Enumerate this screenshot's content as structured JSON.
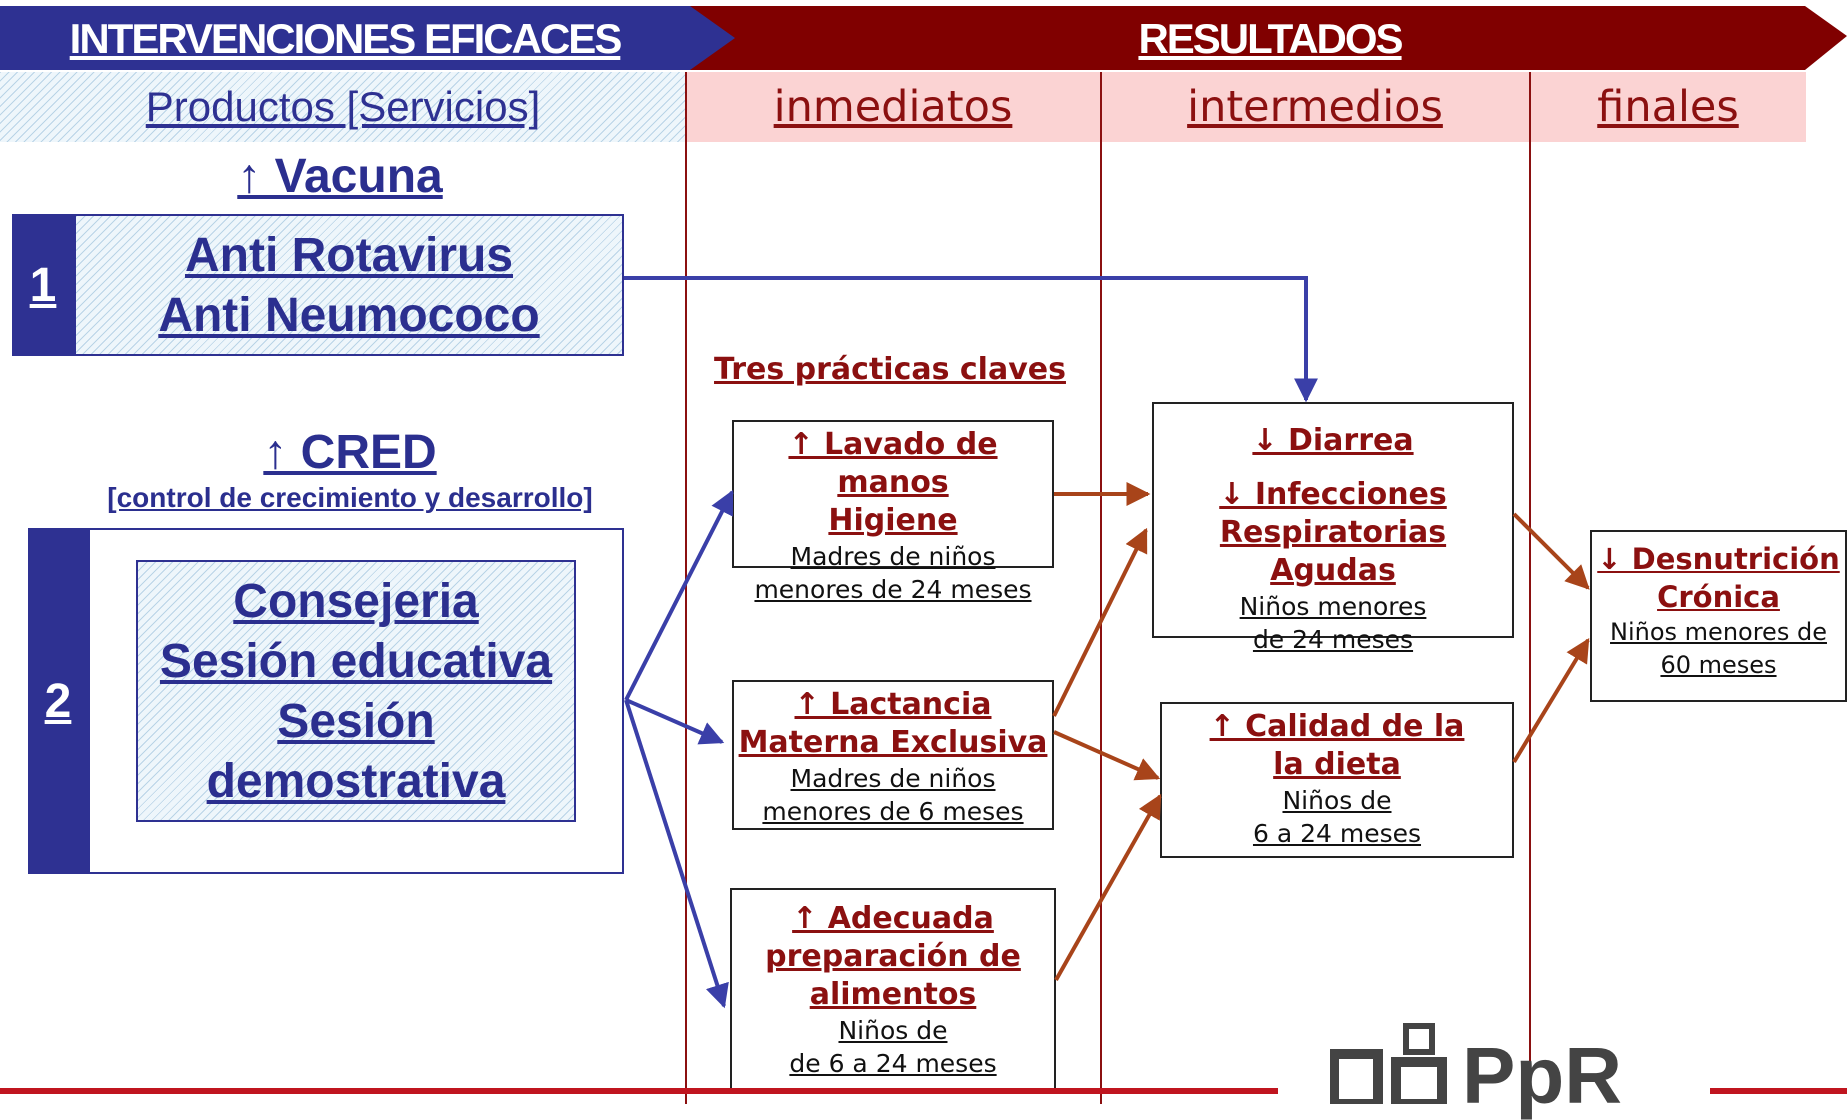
{
  "header": {
    "interventions": "INTERVENCIONES EFICACES",
    "results": "RESULTADOS"
  },
  "columns": {
    "products": "Productos [Servicios]",
    "immediate": "inmediatos",
    "intermediate": "intermedios",
    "final": "finales"
  },
  "intervention1": {
    "heading": "↑ Vacuna",
    "number": "1",
    "line1": "Anti Rotavirus",
    "line2": "Anti Neumococo"
  },
  "intervention2": {
    "heading": "↑ CRED",
    "subheading": "[control de crecimiento y desarrollo]",
    "number": "2",
    "line1": "Consejeria",
    "line2": "Sesión educativa",
    "line3": "Sesión",
    "line4": "demostrativa"
  },
  "practices_label": "Tres prácticas claves",
  "immediate_boxes": [
    {
      "title1": "↑ Lavado de manos",
      "title2": "Higiene",
      "sub1": "Madres de niños",
      "sub2": "menores de 24 meses"
    },
    {
      "title1": "↑ Lactancia",
      "title2": "Materna Exclusiva",
      "sub1": "Madres de niños",
      "sub2": "menores de 6 meses"
    },
    {
      "title1": "↑ Adecuada",
      "title2": "preparación de",
      "title3": "alimentos",
      "sub1": "Niños de",
      "sub2": "de 6 a 24  meses"
    }
  ],
  "intermediate_boxes": [
    {
      "title1": "↓ Diarrea",
      "title2": "↓ Infecciones",
      "title3": "Respiratorias Agudas",
      "sub1": "Niños menores",
      "sub2": "de 24 meses"
    },
    {
      "title1": "↑ Calidad de la",
      "title2": "la dieta",
      "sub1": "Niños de",
      "sub2": "6 a 24 meses"
    }
  ],
  "final_box": {
    "title1": "↓ Desnutrición",
    "title2": "Crónica",
    "sub1": "Niños menores de",
    "sub2": "60 meses"
  },
  "logo": {
    "text": "PpR"
  },
  "colors": {
    "navy": "#2e3192",
    "maroon": "#800000",
    "arrow_blue": "#3a3fa8",
    "arrow_brown": "#a8441a",
    "pink": "#fbd3d3"
  }
}
